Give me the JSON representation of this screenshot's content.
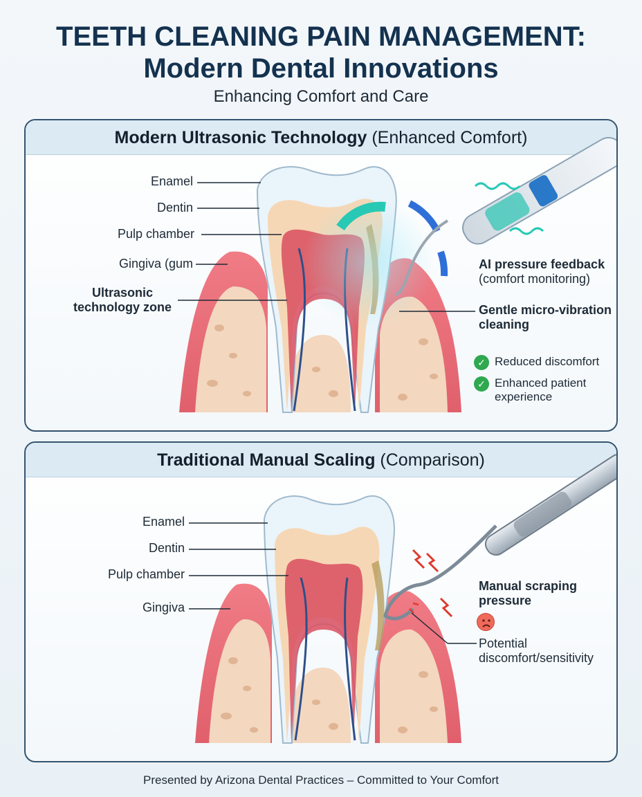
{
  "header": {
    "title_line1": "TEETH CLEANING PAIN MANAGEMENT:",
    "title_line2": "Modern Dental Innovations",
    "subtitle": "Enhancing Comfort and Care"
  },
  "panel_modern": {
    "title_bold": "Modern Ultrasonic Technology",
    "title_rest": " (Enhanced Comfort)",
    "labels": {
      "enamel": "Enamel",
      "dentin": "Dentin",
      "pulp": "Pulp chamber",
      "gingiva": "Gingiva (gum",
      "zone": "Ultrasonic technology zone"
    },
    "right": {
      "ai_title": "AI pressure feedback",
      "ai_sub": "(comfort monitoring)",
      "vibration": "Gentle micro-vibration cleaning"
    },
    "benefits": [
      "Reduced discomfort",
      "Enhanced patient experience"
    ],
    "colors": {
      "accent_teal": "#27c9b4",
      "accent_blue": "#2f6fd8",
      "check": "#2fa84f"
    }
  },
  "panel_traditional": {
    "title_bold": "Traditional Manual Scaling",
    "title_rest": " (Comparison)",
    "labels": {
      "enamel": "Enamel",
      "dentin": "Dentin",
      "pulp": "Pulp chamber",
      "gingiva": "Gingiva"
    },
    "right": {
      "pressure": "Manual scraping pressure",
      "discomfort": "Potential discomfort/sensitivity"
    },
    "colors": {
      "pain": "#e03a2f"
    }
  },
  "footer": "Presented by Arizona Dental Practices – Committed to Your Comfort"
}
